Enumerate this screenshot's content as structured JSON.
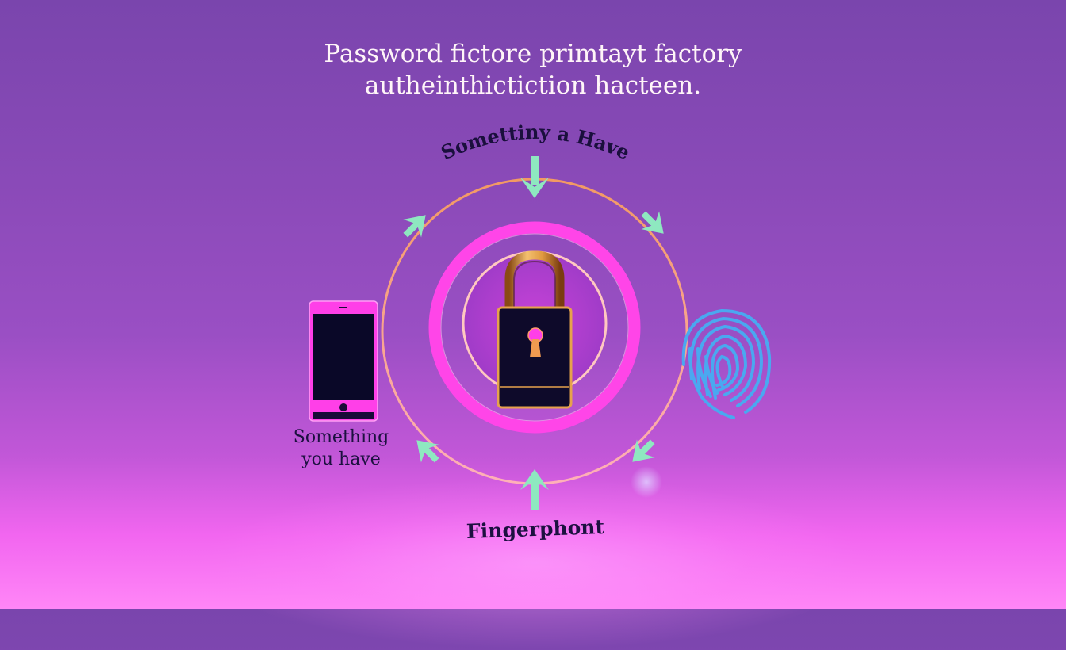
{
  "title": {
    "line1": "Password fictore primtayt factory",
    "line2": "autheinthictiction hacteen."
  },
  "diagram": {
    "top_label": "Somettiny a Have",
    "left_label": {
      "line1": "Something",
      "line2": "you have"
    },
    "bottom_label": "Fingerphont",
    "center_icon": "padlock-icon",
    "left_icon": "smartphone-icon",
    "right_icon": "fingerprint-icon",
    "cycle_arrows": 6
  },
  "colors": {
    "background_top": "#7a45ad",
    "background_bottom": "#ff86f7",
    "ring_outer": "#f5a070",
    "ring_inner": "#ff45e8",
    "arrow": "#8ee8c0",
    "padlock_body": "#0e0a2a",
    "padlock_gold": "#e6a24c",
    "fingerprint": "#4aa8f0",
    "phone_frame": "#ff3fe8",
    "text_dark": "#1a0f3d",
    "text_light": "#fff5f8"
  }
}
